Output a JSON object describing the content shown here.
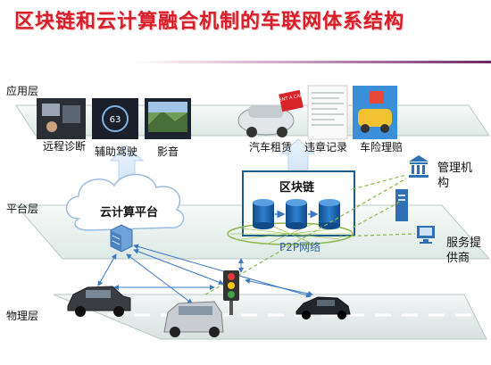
{
  "title": "区块链和云计算融合机制的车联网体系结构",
  "layers": {
    "app": "应用层",
    "platform": "平台层",
    "physical": "物理层"
  },
  "app_items": [
    "远程诊断",
    "辅助驾驶",
    "影音",
    "汽车租赁",
    "违章记录",
    "车险理赔"
  ],
  "rent_sign": "RENT A CAR",
  "cloud_label": "云计算平台",
  "blockchain_label": "区块链",
  "p2p_label": "P2P网络",
  "right_labels": {
    "management": "管理机构",
    "service": "服务提供商"
  },
  "colors": {
    "title": "#d81e28",
    "plane": "#eef4f2",
    "blockchain_border": "#1f5c8c",
    "database": "#1a5fa6",
    "arrow": "#3a78c2",
    "dashed": "#8cb84a"
  }
}
